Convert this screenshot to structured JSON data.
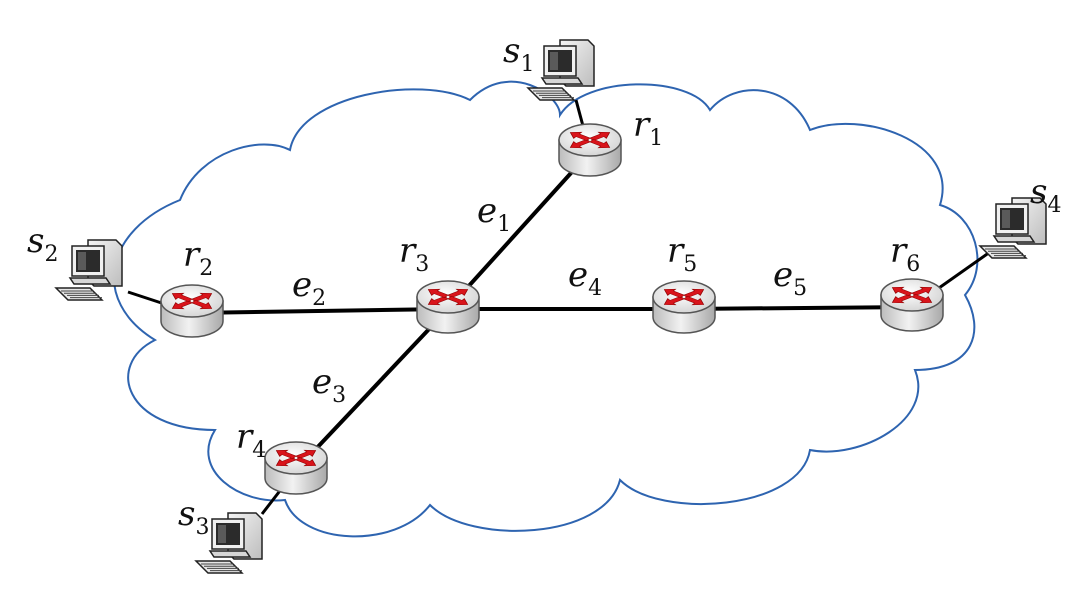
{
  "colors": {
    "cloud_stroke": "#2e64b0",
    "link": "#000000",
    "router_body": "#dcdcdc",
    "router_arrow": "#d9141b"
  },
  "routers": [
    {
      "id": "r1",
      "symbol": "r",
      "index": "1"
    },
    {
      "id": "r2",
      "symbol": "r",
      "index": "2"
    },
    {
      "id": "r3",
      "symbol": "r",
      "index": "3"
    },
    {
      "id": "r4",
      "symbol": "r",
      "index": "4"
    },
    {
      "id": "r5",
      "symbol": "r",
      "index": "5"
    },
    {
      "id": "r6",
      "symbol": "r",
      "index": "6"
    }
  ],
  "edges": [
    {
      "id": "e1",
      "symbol": "e",
      "index": "1",
      "from": "r3",
      "to": "r1"
    },
    {
      "id": "e2",
      "symbol": "e",
      "index": "2",
      "from": "r2",
      "to": "r3"
    },
    {
      "id": "e3",
      "symbol": "e",
      "index": "3",
      "from": "r3",
      "to": "r4"
    },
    {
      "id": "e4",
      "symbol": "e",
      "index": "4",
      "from": "r3",
      "to": "r5"
    },
    {
      "id": "e5",
      "symbol": "e",
      "index": "5",
      "from": "r5",
      "to": "r6"
    }
  ],
  "hosts": [
    {
      "id": "s1",
      "symbol": "s",
      "index": "1",
      "attached_to": "r1",
      "icon": "computer-icon"
    },
    {
      "id": "s2",
      "symbol": "s",
      "index": "2",
      "attached_to": "r2",
      "icon": "computer-icon"
    },
    {
      "id": "s3",
      "symbol": "s",
      "index": "3",
      "attached_to": "r4",
      "icon": "computer-icon"
    },
    {
      "id": "s4",
      "symbol": "s",
      "index": "4",
      "attached_to": "r6",
      "icon": "computer-icon"
    }
  ]
}
